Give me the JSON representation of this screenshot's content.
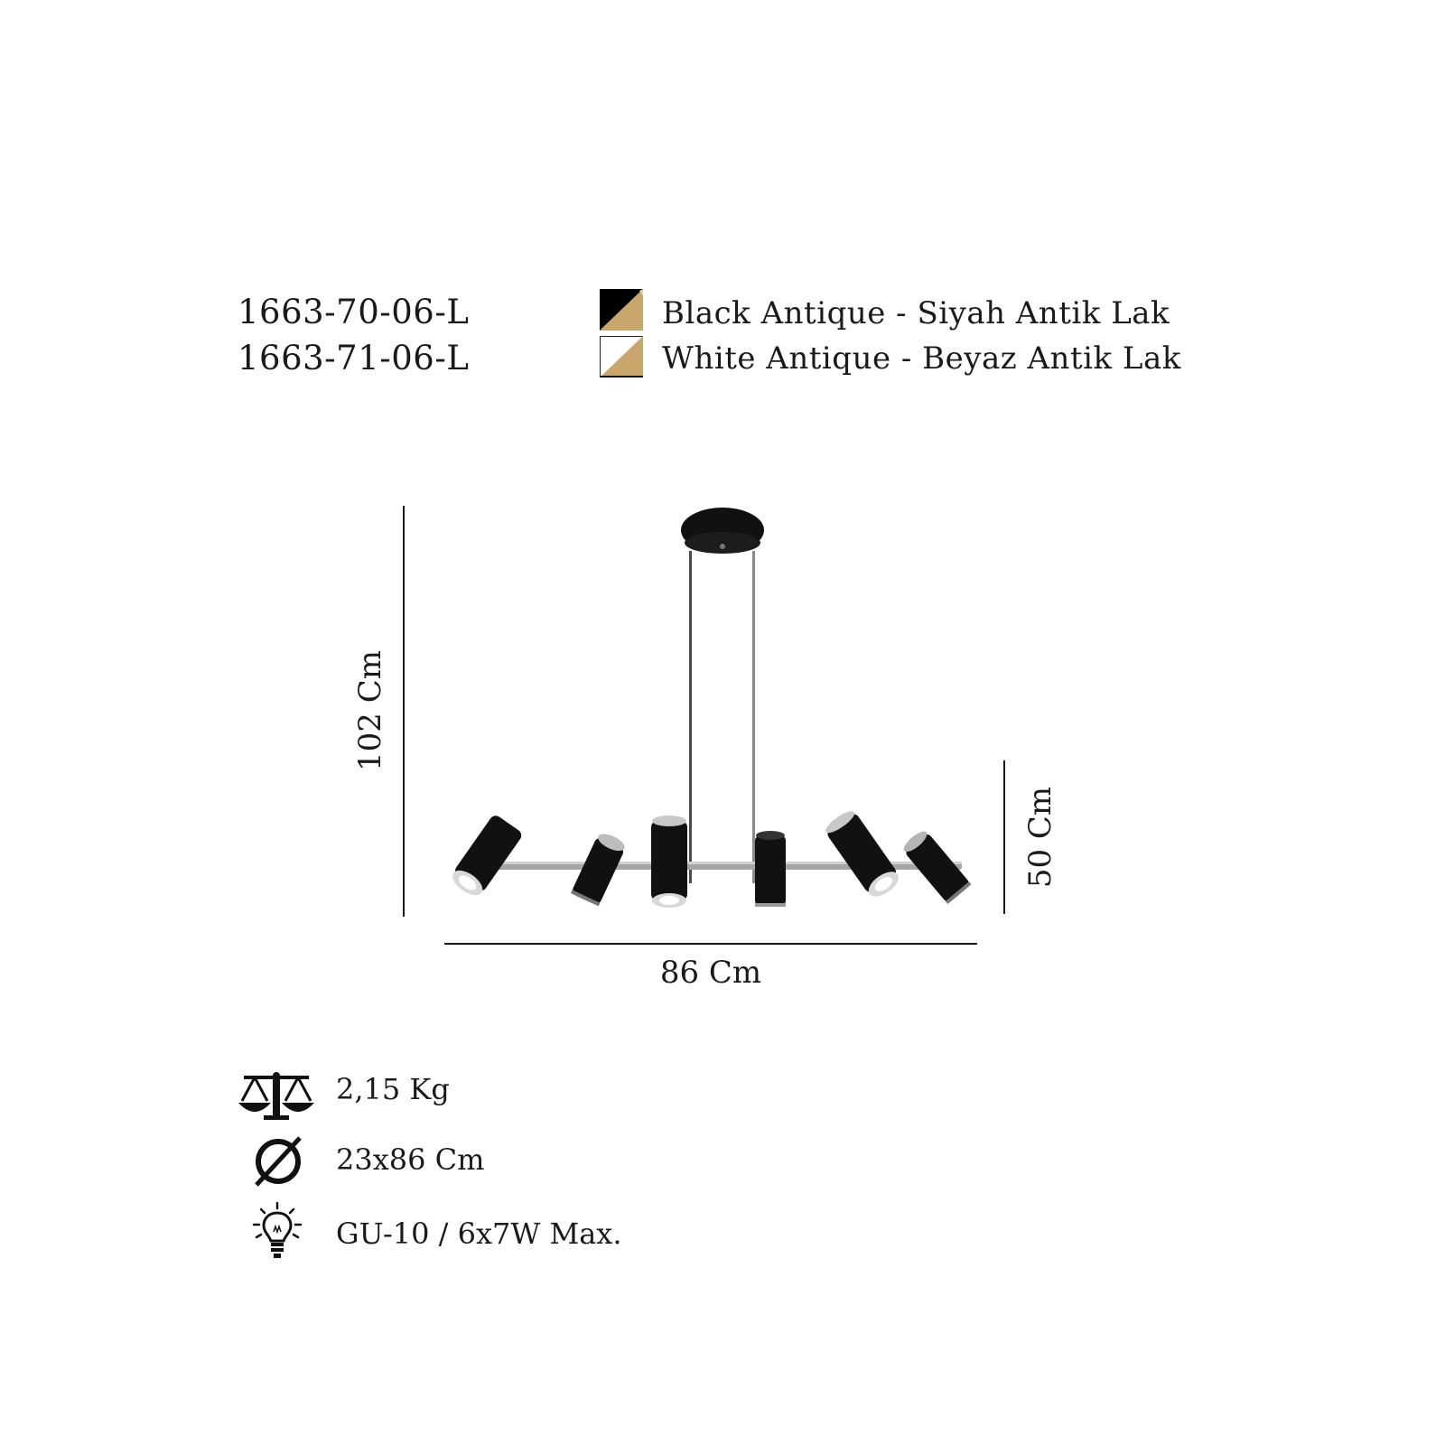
{
  "product": {
    "codes": [
      "1663-70-06-L",
      "1663-71-06-L"
    ],
    "finishes": [
      {
        "label": "Black Antique - Siyah Antik Lak",
        "base_color": "#000000",
        "accent_color": "#c9a66b"
      },
      {
        "label": "White Antique - Beyaz Antik Lak",
        "base_color": "#ffffff",
        "accent_color": "#c9a66b"
      }
    ]
  },
  "dimensions": {
    "height_label": "102 Cm",
    "bar_height_label": "50 Cm",
    "width_label": "86 Cm"
  },
  "specs": {
    "weight": {
      "icon": "scale-icon",
      "value": "2,15 Kg"
    },
    "diameter": {
      "icon": "diameter-icon",
      "value": "23x86 Cm"
    },
    "bulb": {
      "icon": "bulb-icon",
      "value": "GU-10 / 6x7W Max."
    }
  },
  "colors": {
    "fixture_body": "#111111",
    "metal": "#9a9a9a",
    "gold": "#c9a66b"
  }
}
